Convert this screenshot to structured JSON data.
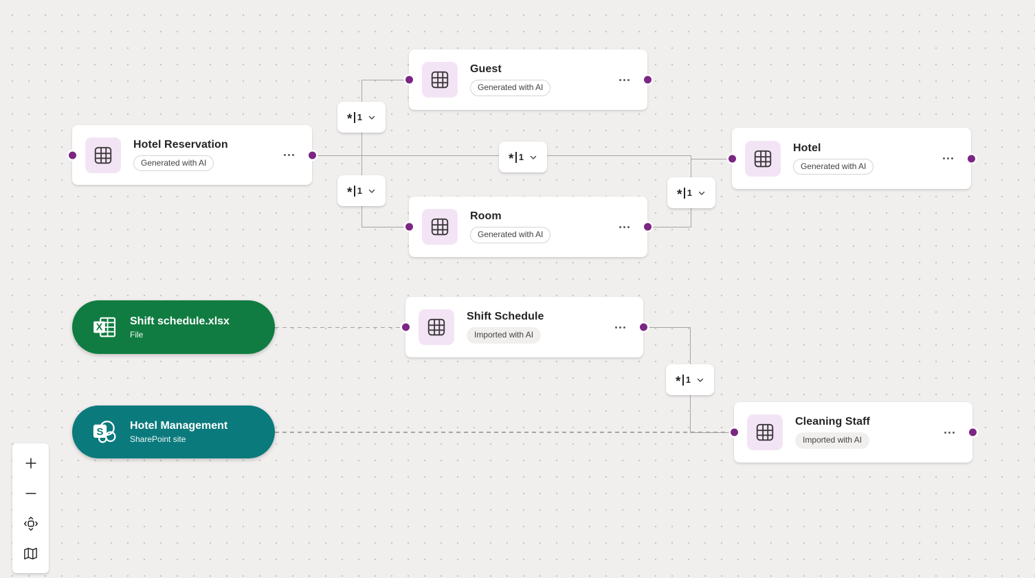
{
  "diagram": {
    "entities": [
      {
        "name": "Guest",
        "badge": "Generated with AI"
      },
      {
        "name": "Hotel Reservation",
        "badge": "Generated with AI"
      },
      {
        "name": "Hotel",
        "badge": "Generated with AI"
      },
      {
        "name": "Room",
        "badge": "Generated with AI"
      },
      {
        "name": "Shift Schedule",
        "badge": "Imported with AI"
      },
      {
        "name": "Cleaning Staff",
        "badge": "Imported with AI"
      }
    ],
    "sources": [
      {
        "name": "Shift schedule.xlsx",
        "type": "File",
        "icon": "excel-icon",
        "color": "#107c41"
      },
      {
        "name": "Hotel Management",
        "type": "SharePoint site",
        "icon": "sharepoint-icon",
        "color": "#0b7a7d"
      }
    ],
    "relationships": [
      {
        "from": "Hotel Reservation",
        "to": "Guest",
        "many": "*",
        "one": "1"
      },
      {
        "from": "Hotel Reservation",
        "to": "Hotel",
        "many": "*",
        "one": "1"
      },
      {
        "from": "Hotel Reservation",
        "to": "Room",
        "many": "*",
        "one": "1"
      },
      {
        "from": "Room",
        "to": "Hotel",
        "many": "*",
        "one": "1"
      },
      {
        "from": "Shift Schedule",
        "to": "Cleaning Staff",
        "many": "*",
        "one": "1"
      }
    ]
  },
  "toolbar": {
    "buttons": [
      {
        "name": "zoom-in",
        "icon": "plus-icon"
      },
      {
        "name": "zoom-out",
        "icon": "minus-icon"
      },
      {
        "name": "fit-view",
        "icon": "fit-view-icon"
      },
      {
        "name": "minimap",
        "icon": "map-icon"
      }
    ]
  },
  "colors": {
    "canvas_bg": "#f1efee",
    "grid_dot": "#c6c4c2",
    "connector": "#a6a4a2",
    "port": "#7b2682",
    "entity_icon_bg": "#f3e4f5",
    "excel_green": "#107c41",
    "sharepoint_teal": "#0b7a7d"
  }
}
